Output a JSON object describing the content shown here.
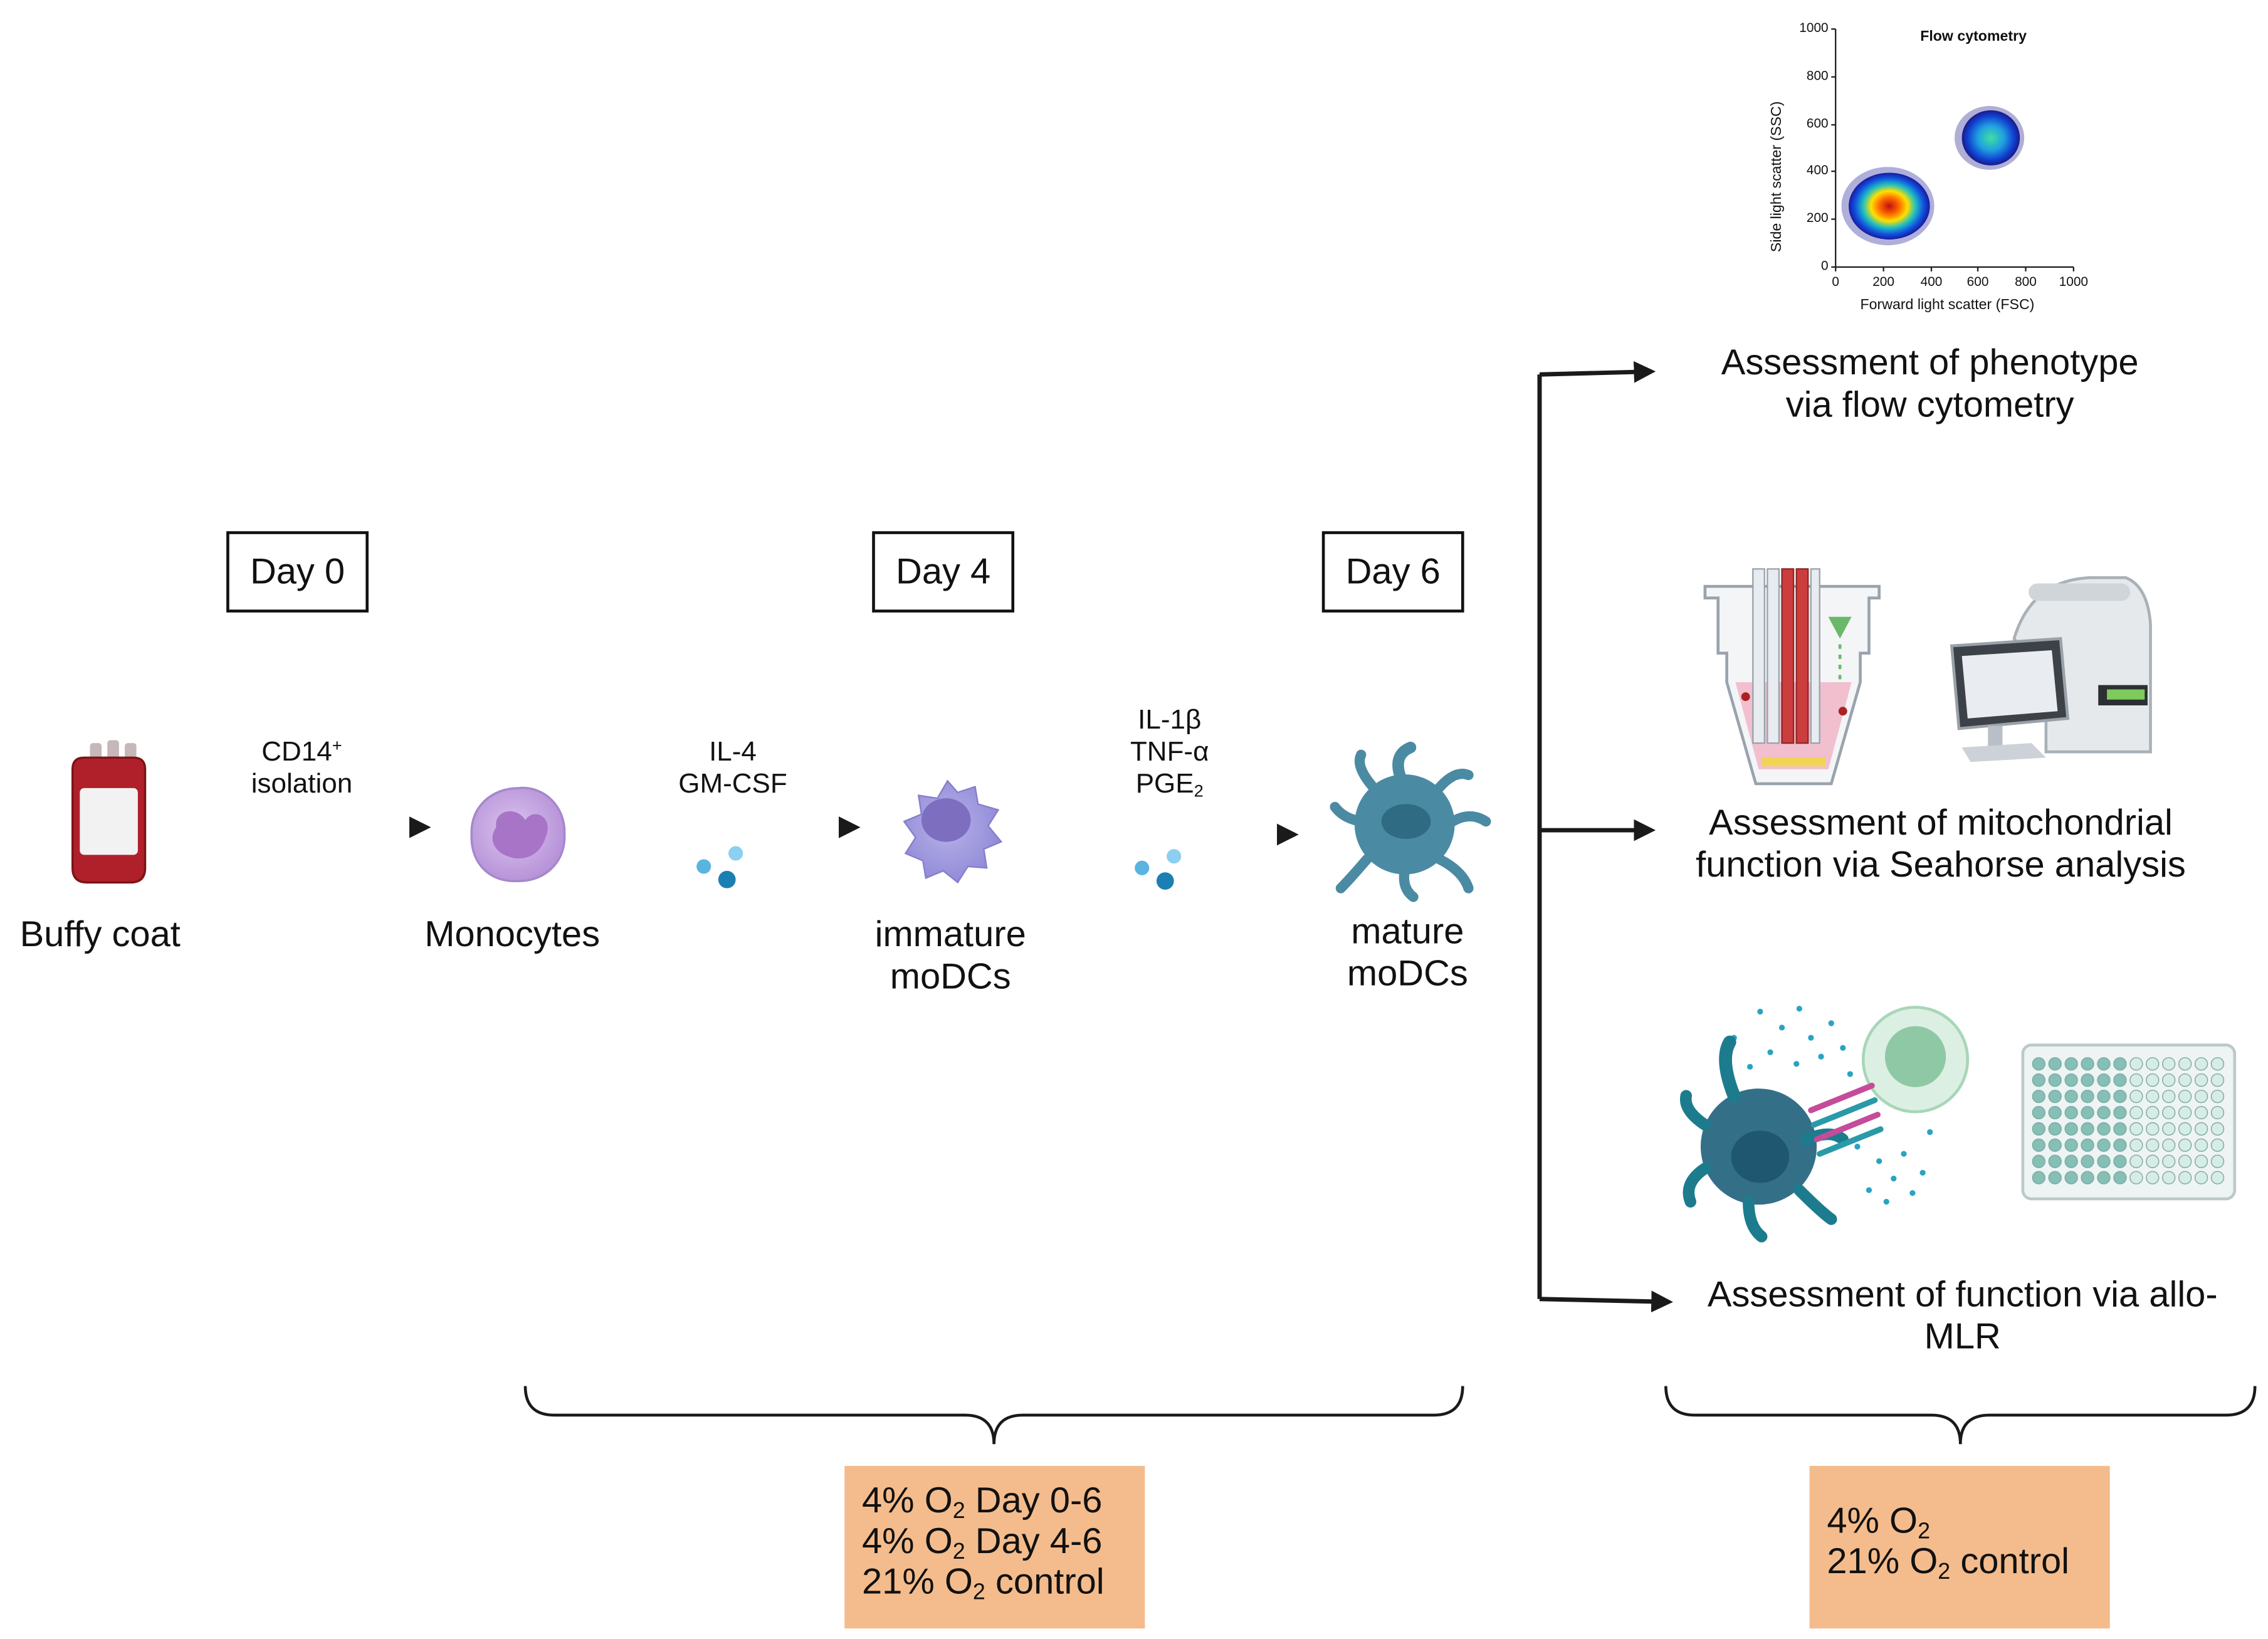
{
  "days": [
    "Day 0",
    "Day 4",
    "Day 6"
  ],
  "steps": {
    "buffy": "Buffy coat",
    "monocytes": "Monocytes",
    "immature": [
      "immature",
      "moDCs"
    ],
    "mature": [
      "mature",
      "moDCs"
    ]
  },
  "treatments": {
    "t1": {
      "line1_main": "CD14",
      "line1_sup": "+",
      "line2": "isolation"
    },
    "t2": [
      "IL-4",
      "GM-CSF"
    ],
    "t3": {
      "line1": "IL-1β",
      "line2": "TNF-α",
      "line3_main": "PGE",
      "line3_sub": "2"
    }
  },
  "assessments": {
    "a1": [
      "Assessment of phenotype",
      "via flow cytometry"
    ],
    "a2": [
      "Assessment of mitochondrial",
      "function via Seahorse analysis"
    ],
    "a3": [
      "Assessment of function via allo-",
      "MLR"
    ]
  },
  "conditions_left": [
    {
      "pre": "4% O",
      "sub": "2",
      "post": " Day 0-6"
    },
    {
      "pre": "4% O",
      "sub": "2",
      "post": " Day 4-6"
    },
    {
      "pre": "21% O",
      "sub": "2",
      "post": " control"
    }
  ],
  "conditions_right": [
    {
      "pre": "4% O",
      "sub": "2",
      "post": ""
    },
    {
      "pre": "21% O",
      "sub": "2",
      "post": " control"
    }
  ],
  "flow_plot": {
    "title": "Flow cytometry",
    "xlabel": "Forward light scatter (FSC)",
    "ylabel": "Side light scatter (SSC)",
    "xticks": [
      "0",
      "200",
      "400",
      "600",
      "800",
      "1000"
    ],
    "yticks": [
      "0",
      "200",
      "400",
      "600",
      "800",
      "1000"
    ]
  },
  "colors": {
    "arrow": "#1a1a1a",
    "condition_box": "#f4bc8c",
    "monocyte": "#c8a6e0",
    "dc": "#4b8aa3",
    "blood": "#b0202a"
  }
}
